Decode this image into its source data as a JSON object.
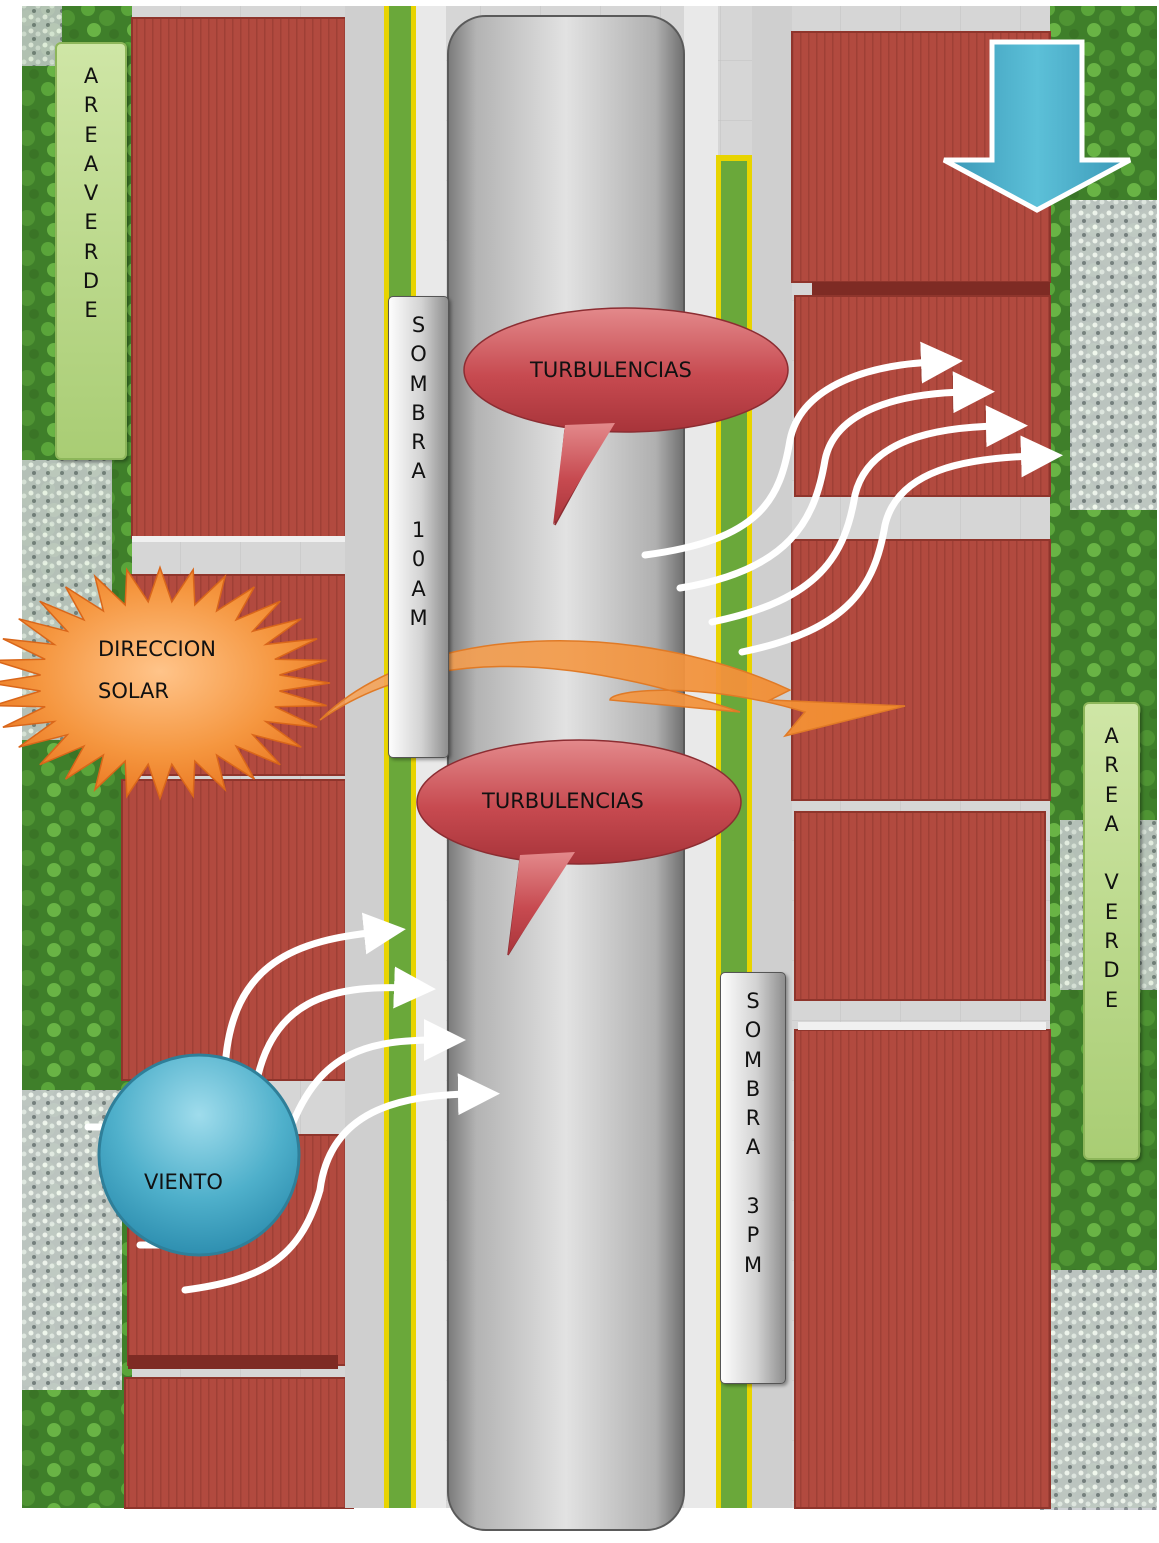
{
  "labels": {
    "area_verde_left": [
      "A",
      "R",
      "E",
      "A",
      "V",
      "E",
      "R",
      "D",
      "E"
    ],
    "area_verde_right": [
      "A",
      "R",
      "E",
      "A",
      "",
      "V",
      "E",
      "R",
      "D",
      "E"
    ],
    "sombra_10am": [
      "S",
      "O",
      "M",
      "B",
      "R",
      "A",
      "",
      "1",
      "0",
      "A",
      "M"
    ],
    "sombra_3pm": [
      "S",
      "O",
      "M",
      "B",
      "R",
      "A",
      "",
      "3",
      "P",
      "M"
    ],
    "turbulencias_top": "TURBULENCIAS",
    "turbulencias_bottom": "TURBULENCIAS",
    "direccion_solar_line1": "DIRECCION",
    "direccion_solar_line2": "SOLAR",
    "viento": "VIENTO"
  },
  "colors": {
    "roof": "#b24a3f",
    "grass": "#6aa83a",
    "tree": "#3f8a2c",
    "road": "#c9c9c9",
    "sidewalk": "#d8d8d8",
    "yellow_line": "#e8d400",
    "sun": "#f3923c",
    "wind": "#49aac7",
    "turbulence": "#c0464b",
    "green_label": "#bcdc8c",
    "north_arrow": "#4aaac4"
  }
}
